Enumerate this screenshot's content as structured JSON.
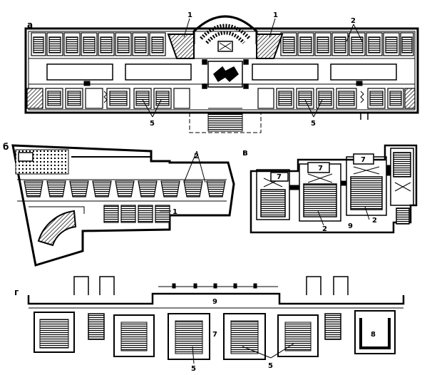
{
  "panels": {
    "a": {
      "letter": "а",
      "callouts": {
        "one_left": "1",
        "one_right": "1",
        "two": "2",
        "five_left": "5",
        "five_right": "5"
      }
    },
    "b": {
      "letter": "б",
      "callouts": {
        "two": "2",
        "one": "1"
      }
    },
    "v": {
      "letter": "в",
      "callouts": {
        "seven_1": "7",
        "seven_2": "7",
        "seven_3": "7",
        "two_left": "2",
        "nine": "9",
        "two_right": "2"
      }
    },
    "g": {
      "letter": "г",
      "callouts": {
        "nine": "9",
        "seven": "7",
        "eight": "8",
        "five_left": "5",
        "five_right": "5"
      }
    }
  }
}
